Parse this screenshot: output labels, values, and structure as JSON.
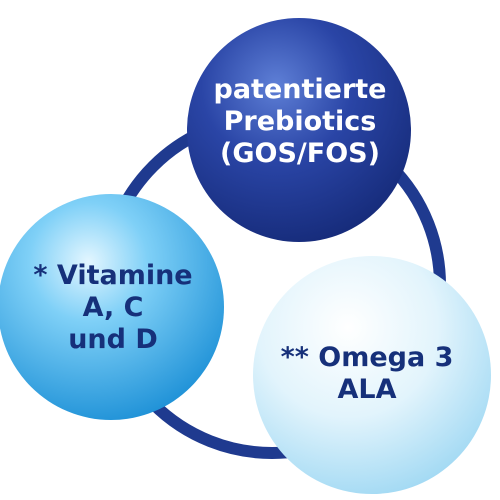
{
  "diagram": {
    "top_circle": {
      "lines": [
        "patentierte",
        "Prebiotics",
        "(GOS/FOS)"
      ]
    },
    "left_circle": {
      "lines": [
        "* Vitamine",
        "A, C",
        "und D"
      ]
    },
    "right_circle": {
      "lines": [
        "** Omega 3",
        "ALA"
      ]
    }
  },
  "colors": {
    "ring": "#1f3a8f",
    "top_circle": "#1e3790",
    "left_circle": "#2ea6e6",
    "right_circle": "#bfe6f8",
    "dark_text": "#16307a",
    "light_text": "#ffffff"
  }
}
